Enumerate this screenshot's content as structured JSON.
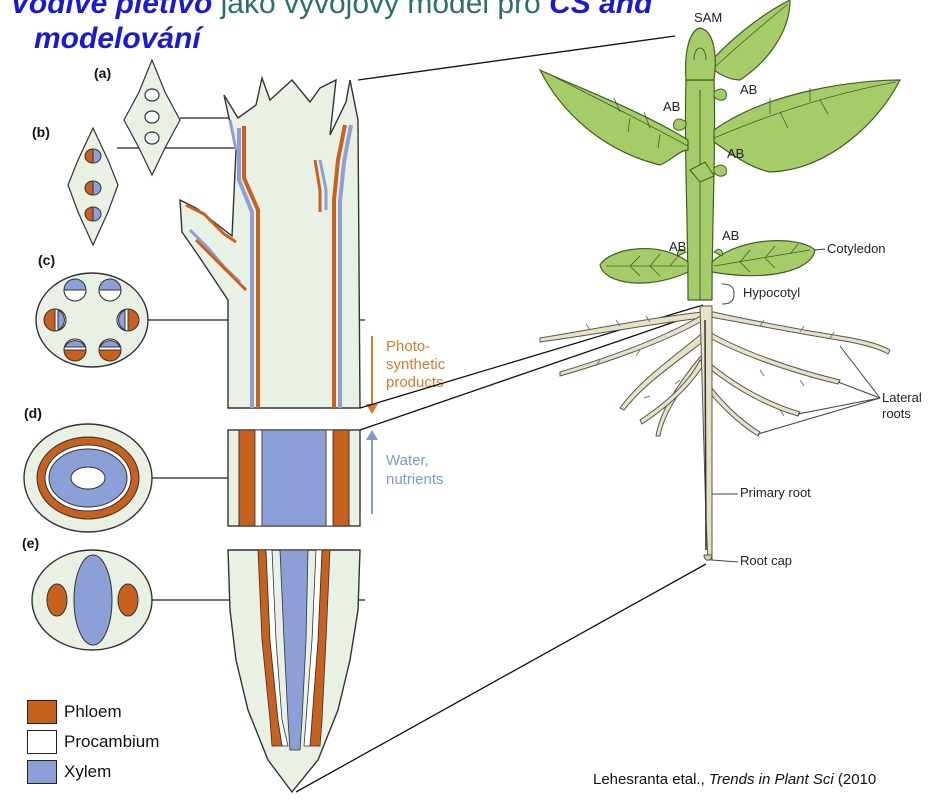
{
  "slide": {
    "title_part1": "Vodivé pletivo",
    "title_part2": " jako vývojový model pro ",
    "title_part3": "CS and",
    "title_line2": "modelování"
  },
  "panels": [
    "(a)",
    "(b)",
    "(c)",
    "(d)",
    "(e)"
  ],
  "flows": {
    "photo_line1": "Photo-",
    "photo_line2": "synthetic",
    "photo_line3": "products",
    "water_line1": "Water,",
    "water_line2": "nutrients"
  },
  "plant_labels": {
    "sam": "SAM",
    "ab": "AB",
    "cotyledon": "Cotyledon",
    "hypocotyl": "Hypocotyl",
    "lateral_line1": "Lateral",
    "lateral_line2": "roots",
    "primary_root": "Primary root",
    "root_cap": "Root cap"
  },
  "legend": [
    {
      "label": "Phloem",
      "color": "#c8611e"
    },
    {
      "label": "Procambium",
      "color": "#ffffff"
    },
    {
      "label": "Xylem",
      "color": "#8aa0d6"
    }
  ],
  "citation": {
    "authors": "Lehesranta etal., ",
    "journal": "Trends in Plant Sci",
    "year": " (2010"
  },
  "colors": {
    "phloem": "#c8611e",
    "xylem": "#8aa0d6",
    "tissue": "#e9f0e4",
    "leaf": "#a6cc6a",
    "leaf_dark": "#7aa744",
    "root": "#e8e2c4",
    "title_teal": "#2c6e6e",
    "title_blue": "#1a1ad6",
    "flow_orange": "#d87a2a",
    "flow_blue": "#7f9ad0"
  }
}
